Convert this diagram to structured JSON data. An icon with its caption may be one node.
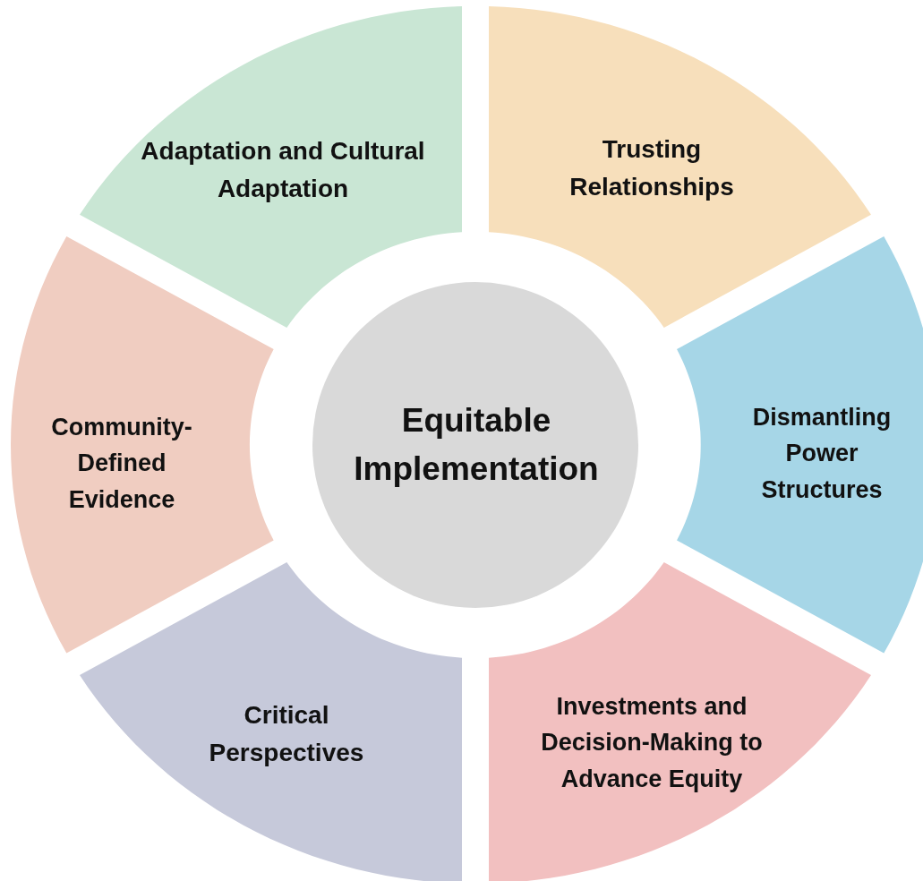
{
  "diagram": {
    "nodes": [
      {
        "text": [
          "Equitable Implementation"
        ]
      },
      {
        "text": [
          "Adaptation and Cultural Adaptation"
        ]
      },
      {
        "text": [
          "Trusting Relationships"
        ]
      },
      {
        "text": [
          "Dismantling Power Structures"
        ]
      },
      {
        "text": [
          "Investments and Decision-Making to Advance Equity"
        ]
      },
      {
        "text": [
          "Critical Perspectives"
        ]
      },
      {
        "text": [
          "Community-Defined Evidence"
        ]
      }
    ],
    "edges": []
  }
}
